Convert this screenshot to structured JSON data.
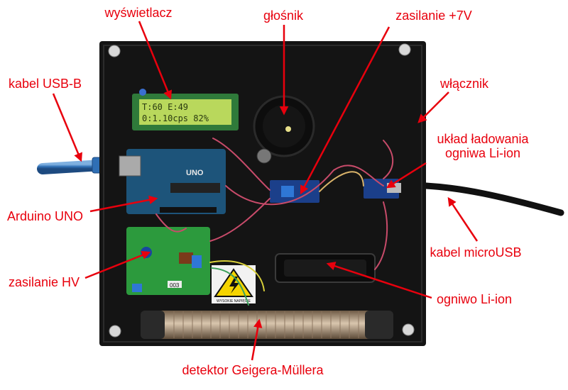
{
  "labels": {
    "display": "wyświetlacz",
    "speaker": "głośnik",
    "power7v": "zasilanie +7V",
    "usb_cable": "kabel USB-B",
    "switch": "włącznik",
    "charger_line1": "układ ładowania",
    "charger_line2": "ogniwa Li-ion",
    "arduino": "Arduino UNO",
    "microusb": "kabel microUSB",
    "hv": "zasilanie HV",
    "cell": "ogniwo Li-ion",
    "detector": "detektor Geigera-Müllera"
  },
  "lcd": {
    "line1": "T:60   E:49",
    "line2": "0:1.10cps   82%"
  },
  "board_marks": {
    "uno": "UNO",
    "hv_board": "003",
    "warning": "WYSOKIE NAPIĘCIE"
  },
  "colors": {
    "label": "#e8000d",
    "arrow": "#e8000d",
    "case": "#141414"
  }
}
